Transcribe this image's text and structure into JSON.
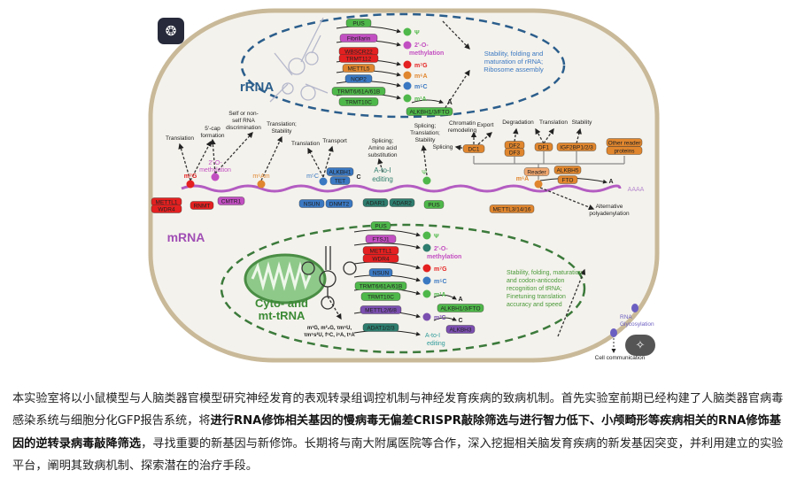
{
  "figure": {
    "rrna": {
      "label": "rRNA",
      "enzymes": [
        "PUS",
        "Fibrillarin",
        "WBSCR22",
        "TRMT112",
        "METTL5",
        "NOP2",
        "TRMT6/61A/61B",
        "TRMT10C"
      ],
      "mods": [
        "Ψ",
        "2'-O-",
        "methylation",
        "m⁷G",
        "m⁶A",
        "m⁵C",
        "m¹A"
      ],
      "demethylase": "ALKBH1/3/FTO",
      "demethylated": "A",
      "outcome": [
        "Stability, folding and",
        "maturation of rRNA;",
        "Ribosome assembly"
      ]
    },
    "mrna": {
      "label": "mRNA",
      "tail": "AAAA",
      "m7g": "m⁷G",
      "m7g_writers": [
        "METTL1",
        "WDR4",
        "RNMT"
      ],
      "om": [
        "2'-O-",
        "methylation"
      ],
      "om_writer": "CMTR1",
      "m6am": "m⁶Am",
      "m5c": "m⁵C",
      "m5c_erasers": [
        "ALKBH1",
        "TET"
      ],
      "m5c_product": "C",
      "m5c_writers": [
        "NSUN",
        "DNMT2"
      ],
      "atoi": [
        "A-to-I",
        "editing"
      ],
      "atoi_writers": [
        "ADAR1",
        "ADAR2"
      ],
      "psi": "Ψ",
      "psi_writer": "PUS",
      "functions": {
        "translation1": "Translation",
        "cap": [
          "5'-cap",
          "formation"
        ],
        "self": [
          "Self or non-",
          "self RNA",
          "discrimination"
        ],
        "trans_stab": [
          "Translation;",
          "Stability"
        ],
        "translation2": "Translation",
        "transport": "Transport",
        "splice_aa": [
          "Splicing;",
          "Amino acid",
          "substitution"
        ],
        "splice_ts": [
          "Splicing;",
          "Translation;",
          "Stability"
        ],
        "chromatin": [
          "Chromatin",
          "remodeling"
        ],
        "export": "Export",
        "splicing": "Splicing",
        "degradation": "Degradation",
        "translation3": "Translation",
        "stability": "Stability",
        "apa": [
          "Alternative",
          "polyadenylation"
        ]
      },
      "m6a": "m⁶A",
      "readers": [
        "DC1",
        "DF2",
        "DF3",
        "DF1",
        "IGF2BP1/2/3",
        "Other reader",
        "proteins"
      ],
      "reader": "Reader",
      "m6a_erasers": [
        "ALKBH5",
        "FTO"
      ],
      "m6a_product": "A",
      "m6a_writer": "METTL3/14/16"
    },
    "trna": {
      "label": [
        "Cyto- and",
        "mt-tRNA"
      ],
      "mod_list": [
        "m¹G, m²₂G, τm⁵U,",
        "τm⁵s²U, f⁵C, i⁶A, t⁶A"
      ],
      "enzymes": [
        "PUS",
        "FTSJ1",
        "METTL1",
        "WDR4",
        "NSUN",
        "TRMT6/61A/61B",
        "TRMT10C",
        "METTL2/6/8",
        "ADAT1/2/3"
      ],
      "mods": [
        "Ψ",
        "2'-O-",
        "methylation",
        "m⁷G",
        "m⁵C",
        "m¹A",
        "m³C",
        "A-to-I",
        "editing"
      ],
      "erasers": [
        "ALKBH1/3/FTO",
        "ALKBH3"
      ],
      "products": [
        "A",
        "C"
      ],
      "outcome": [
        "Stability, folding, maturation",
        "and codon-anticodon",
        "recognition of tRNA;",
        "Finetuning translation",
        "accuracy and speed"
      ]
    },
    "glyco": {
      "label": [
        "RNA",
        "Glycosylation"
      ],
      "function": "Cell communication"
    }
  },
  "buttons": {
    "ai_icon": "brain-icon",
    "wand_icon": "magic-wand-icon"
  },
  "paragraph": {
    "p1": "本实验室将以小鼠模型与人脑类器官模型研究神经发育的表观转录组调控机制与神经发育疾病的致病机制。首先实验室前期已经构建了人脑类器官病毒感染系统与细胞分化GFP报告系统，将",
    "b1": "进行RNA修饰相关基因的慢病毒无偏差CRISPR敲除筛选与进行智力低下、小颅畸形等疾病相关的RNA修饰基因的逆转录病毒敲降筛选",
    "p2": "，寻找重要的新基因与新修饰。长期将与南大附属医院等合作，深入挖掘相关脑发育疾病的新发基因突变，并利用建立的实验平台，阐明其致病机制、探索潜在的治疗手段。"
  }
}
